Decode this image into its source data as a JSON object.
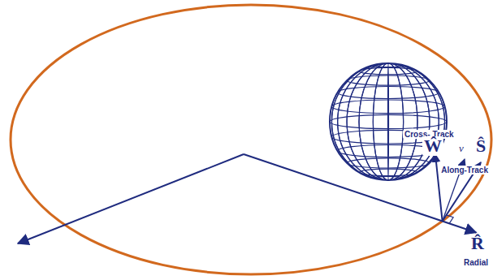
{
  "diagram": {
    "labels": [
      "Cross- Track",
      "Ŵ",
      "v",
      "Ŝ",
      "Along-Track",
      "R̂",
      "Radial"
    ]
  }
}
